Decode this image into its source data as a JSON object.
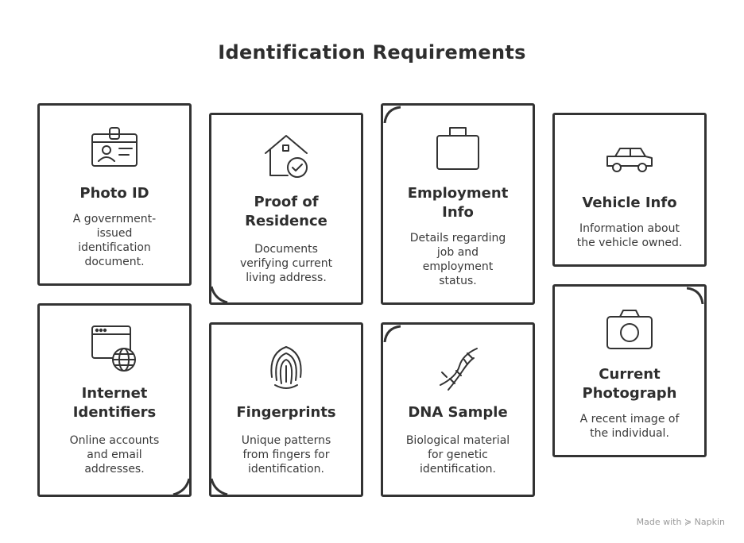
{
  "title": "Identification Requirements",
  "cards": [
    {
      "title": "Photo ID",
      "description": "A government-\nissued\nidentification\ndocument.",
      "icon": "id-badge-icon"
    },
    {
      "title": "Proof of\nResidence",
      "description": "Documents\nverifying current\nliving address.",
      "icon": "house-check-icon"
    },
    {
      "title": "Employment\nInfo",
      "description": "Details regarding\njob and\nemployment\nstatus.",
      "icon": "briefcase-icon"
    },
    {
      "title": "Vehicle Info",
      "description": "Information about\nthe vehicle owned.",
      "icon": "car-icon"
    },
    {
      "title": "Internet\nIdentifiers",
      "description": "Online accounts\nand email\naddresses.",
      "icon": "browser-globe-icon"
    },
    {
      "title": "Fingerprints",
      "description": "Unique patterns\nfrom fingers for\nidentification.",
      "icon": "fingerprint-icon"
    },
    {
      "title": "DNA Sample",
      "description": "Biological material\nfor genetic\nidentification.",
      "icon": "dna-icon"
    },
    {
      "title": "Current\nPhotograph",
      "description": "A recent image of\nthe individual.",
      "icon": "camera-icon"
    }
  ],
  "footer": "Made with ≽ Napkin"
}
